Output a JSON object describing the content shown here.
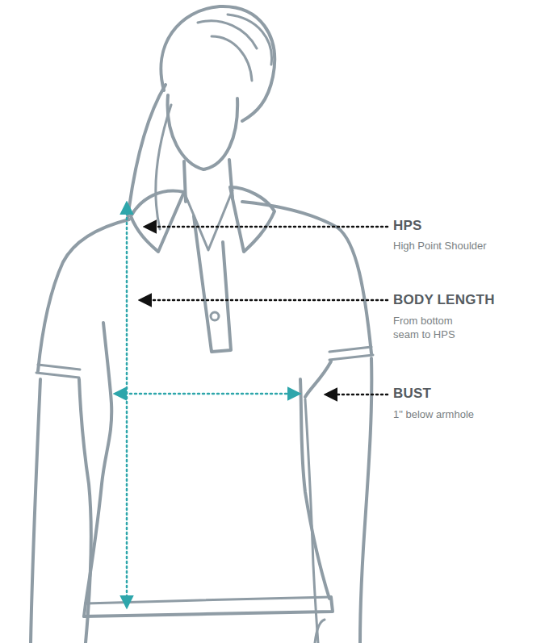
{
  "diagram": {
    "labels": [
      "HPS",
      "High Point Shoulder",
      "BODY LENGTH",
      "From bottom seam to HPS",
      "BUST",
      "1\" below armhole"
    ]
  }
}
